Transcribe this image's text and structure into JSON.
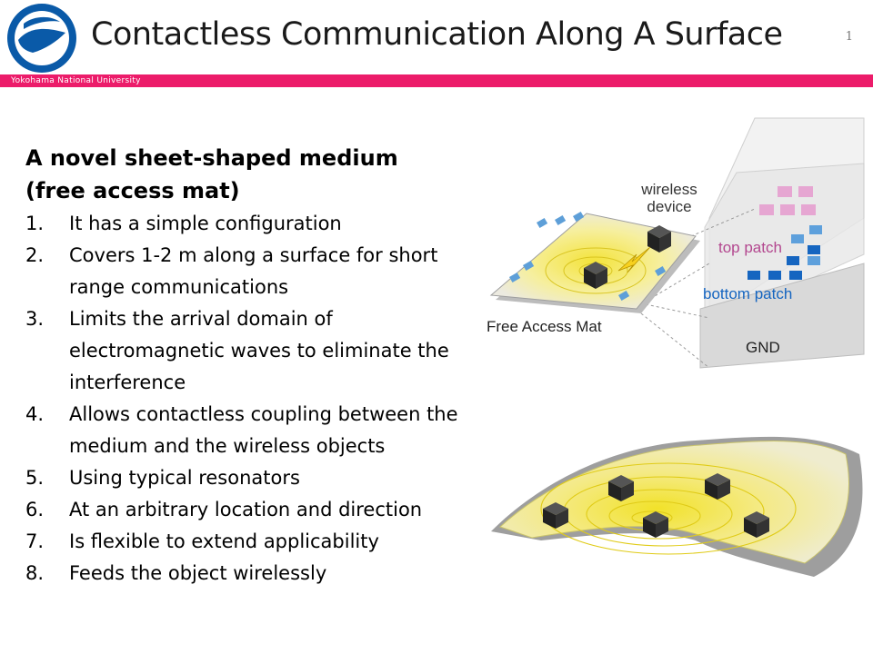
{
  "slide": {
    "title": "Contactless Communication Along A Surface",
    "page_number": "1",
    "band_text": "Yokohama National University"
  },
  "content": {
    "heading_lines": [
      "A novel sheet-shaped medium",
      "(free access mat)"
    ],
    "items": [
      {
        "num": "1.",
        "text": "It has a simple configuration"
      },
      {
        "num": "2.",
        "text": "Covers 1-2 m along a surface for short range communications"
      },
      {
        "num": "3.",
        "text": "Limits the arrival domain of electromagnetic waves to eliminate the interference"
      },
      {
        "num": "4.",
        "text": "Allows contactless coupling between the medium and the wireless objects"
      },
      {
        "num": "5.",
        "text": "Using typical resonators"
      },
      {
        "num": "6.",
        "text": "At an arbitrary location and direction"
      },
      {
        "num": "7.",
        "text": "Is flexible to extend applicability"
      },
      {
        "num": "8.",
        "text": "Feeds the object wirelessly"
      }
    ]
  },
  "figure": {
    "labels": {
      "wireless_device_1": "wireless",
      "wireless_device_2": "device",
      "top_patch": "top patch",
      "bottom_patch": "bottom patch",
      "gnd": "GND",
      "free_access_mat": "Free Access Mat"
    },
    "colors": {
      "top_patch": "#b3478f",
      "bottom_patch": "#1565c0",
      "mat_glow": "#f0e04a",
      "band": "#ec1c6a"
    }
  }
}
